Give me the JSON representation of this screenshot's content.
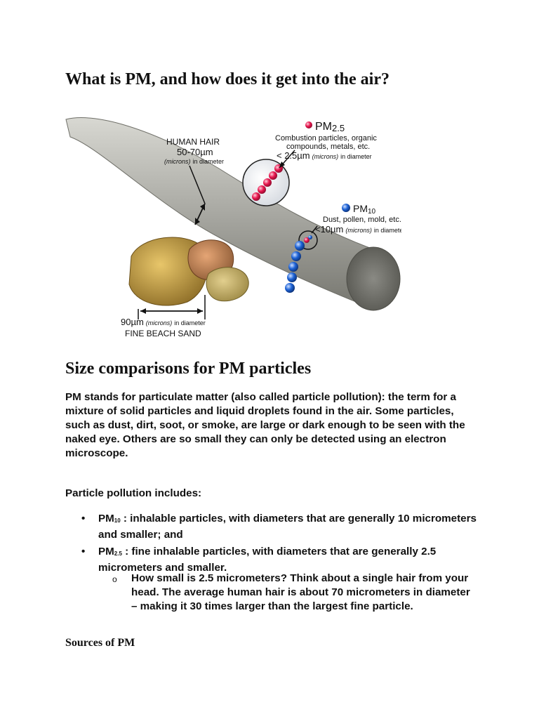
{
  "heading_main": "What is PM, and how does it get into the air?",
  "figure": {
    "pm25_label": "PM",
    "pm25_sub": "2.5",
    "pm25_desc1": "Combustion particles, organic",
    "pm25_desc2": "compounds, metals, etc.",
    "pm25_size": "< 2.5µm",
    "pm25_size_unit": "(microns)",
    "pm25_size_tail": "in diameter",
    "hair_title": "HUMAN HAIR",
    "hair_size": "50-70µm",
    "hair_unit": "(microns)",
    "hair_tail": "in diameter",
    "pm10_label": "PM",
    "pm10_sub": "10",
    "pm10_desc": "Dust, pollen, mold, etc.",
    "pm10_size": "<10µm",
    "pm10_unit": "(microns)",
    "pm10_tail": "in diameter",
    "sand_size": "90µm",
    "sand_unit": "(microns)",
    "sand_tail": "in diameter",
    "sand_title": "FINE BEACH SAND",
    "colors": {
      "pm25": "#e8174f",
      "pm10": "#1e63d6",
      "hair": "#9a9a94",
      "sand": "#c9a24a"
    }
  },
  "heading_size": "Size comparisons for PM particles",
  "intro_paragraph": "PM stands for particulate matter  (also called particle pollution):  the term for a mixture of solid particles and liquid droplets found in the air. Some particles, such as dust, dirt, soot, or smoke, are large or dark enough to be seen with the naked eye. Others are so small they can only be detected using an electron microscope.",
  "includes_label": "Particle pollution includes:",
  "bullets": [
    {
      "term": "PM",
      "sub": "10",
      "text": " :  inhalable  particles,  with diameters that are generally 10 micrometers and smaller; and"
    },
    {
      "term": "PM",
      "sub": "2.5",
      "text": "  :  fine inhalable particles,  with diameters that are generally 2.5 micrometers and smaller."
    }
  ],
  "sub_bullet": "How small is 2.5 micrometers? Think about a single hair from your head. The average human hair is about 70 micrometers in diameter – making it 30 times larger than the largest fine particle.",
  "heading_sources": "Sources of PM"
}
